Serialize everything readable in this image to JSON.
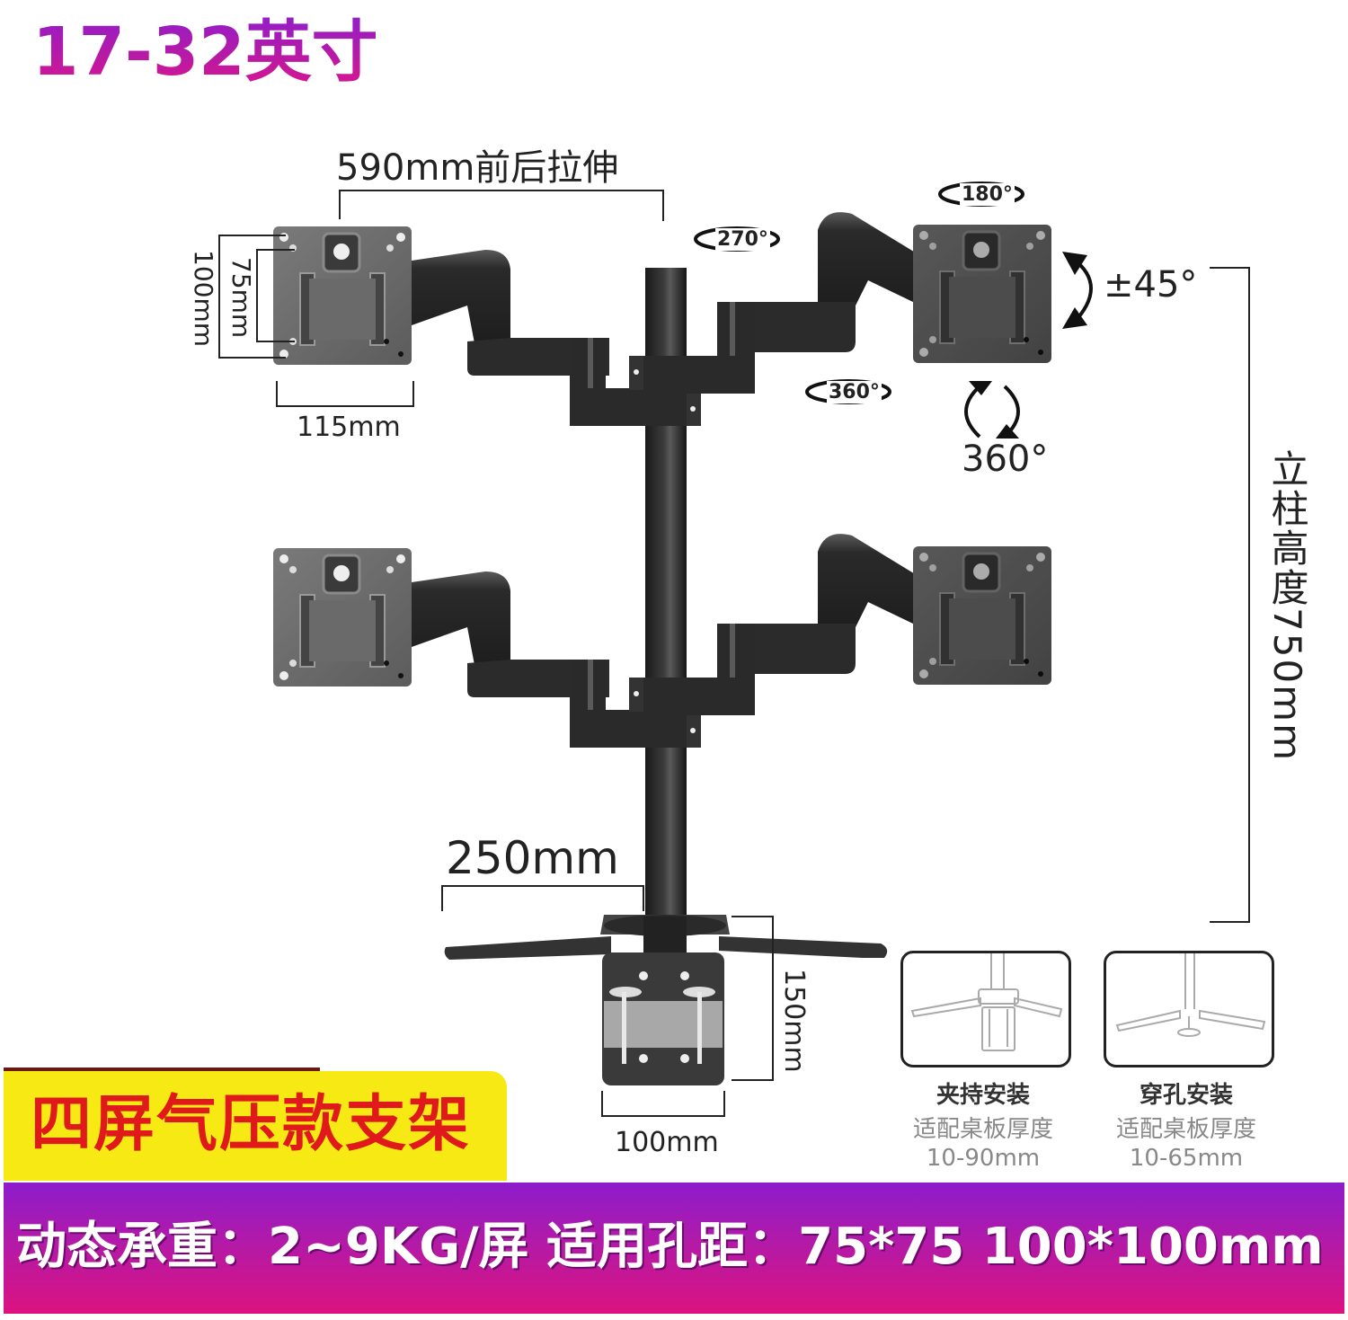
{
  "header": {
    "title": "17-32英寸",
    "title_gradient": [
      "#8a1fd0",
      "#e0158a"
    ]
  },
  "dimensions": {
    "arm_extension": "590mm前后拉伸",
    "vesa_outer_height": "100mm",
    "vesa_inner_height": "75mm",
    "plate_width": "115mm",
    "pole_height": "立柱高度750mm",
    "base_leg_length": "250mm",
    "clamp_height": "150mm",
    "clamp_width": "100mm"
  },
  "rotations": {
    "arm_swivel": "270°",
    "plate_swivel": "180°",
    "elbow_swivel": "360°",
    "tilt": "±45°",
    "rotate": "360°"
  },
  "product_label": {
    "text": "四屏气压款支架",
    "bg_color": "#f7ea14",
    "text_color": "#e01a1a"
  },
  "install_options": [
    {
      "title": "夹持安装",
      "subtitle": "适配桌板厚度",
      "range": "10-90mm",
      "icon": "clamp-mount-icon"
    },
    {
      "title": "穿孔安装",
      "subtitle": "适配桌板厚度",
      "range": "10-65mm",
      "icon": "grommet-mount-icon"
    }
  ],
  "spec_band": {
    "text": "动态承重：2~9KG/屏  适用孔距：75*75 100*100mm",
    "gradient": [
      "#8c1ccc",
      "#dc1280"
    ]
  }
}
